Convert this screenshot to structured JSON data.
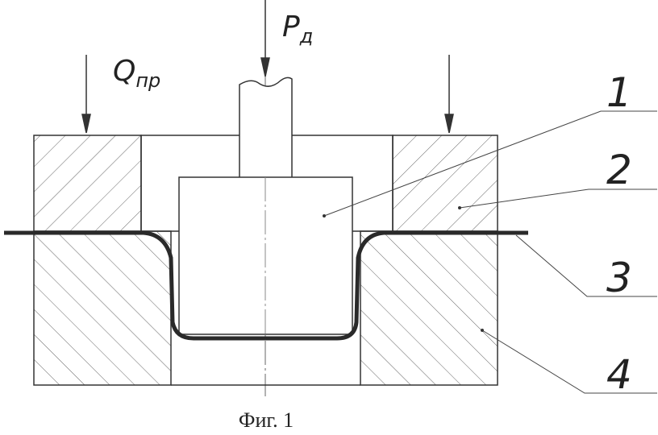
{
  "figure": {
    "caption": "Фиг. 1",
    "force_blankholder": {
      "symbol": "Q",
      "subscript": "пр"
    },
    "force_punch": {
      "symbol": "P",
      "subscript": "д"
    },
    "parts": [
      {
        "number": "1"
      },
      {
        "number": "2"
      },
      {
        "number": "3"
      },
      {
        "number": "4"
      }
    ]
  },
  "colors": {
    "line": "#333333",
    "sheet": "#2a2a2a",
    "background": "#ffffff"
  }
}
